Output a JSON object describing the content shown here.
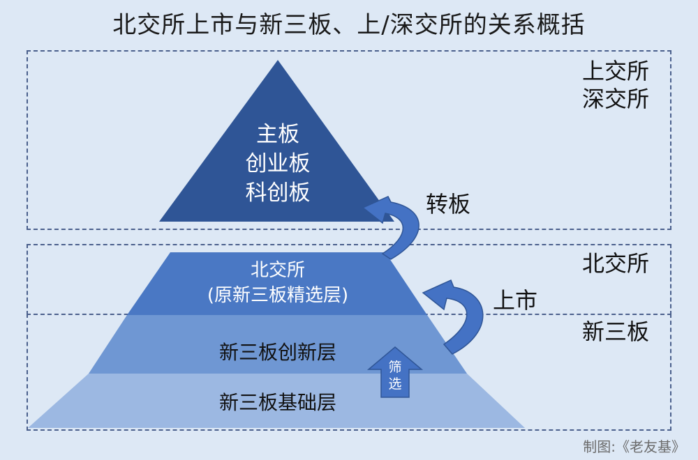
{
  "title": "北交所上市与新三板、上/深交所的关系概括",
  "zones": {
    "top_label_line1": "上交所",
    "top_label_line2": "深交所",
    "middle_label": "北交所",
    "bottom_label": "新三板"
  },
  "pyramid": {
    "top": {
      "line1": "主板",
      "line2": "创业板",
      "line3": "科创板"
    },
    "middle": {
      "line1": "北交所",
      "line2": "(原新三板精选层)"
    },
    "innovation": "新三板创新层",
    "basic": "新三板基础层"
  },
  "arrows": {
    "transfer": "转板",
    "listing": "上市",
    "screening_line1": "筛",
    "screening_line2": "选"
  },
  "credit": "制图:《老友基》",
  "colors": {
    "background": "#dde8f5",
    "top_tier": "#2f5596",
    "middle_tier": "#4a78c4",
    "innovation_tier": "#6f97d3",
    "basic_tier": "#9cb8e2",
    "arrow": "#4472c4"
  }
}
